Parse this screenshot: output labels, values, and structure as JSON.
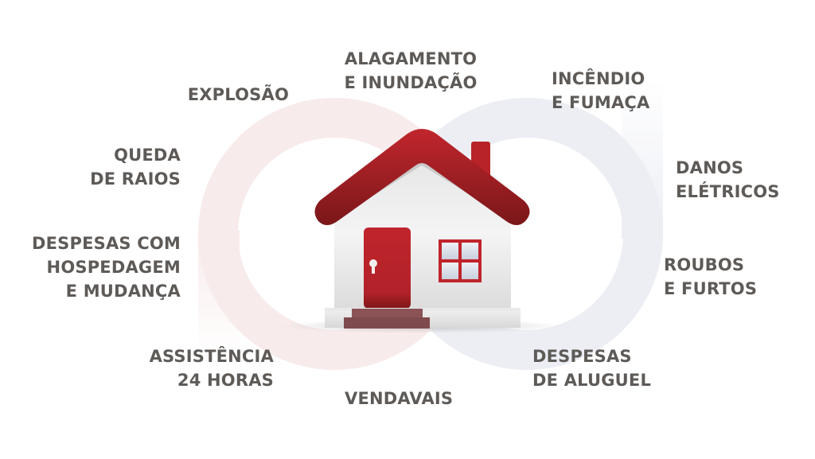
{
  "colors": {
    "text": "#5e5a57",
    "roof": "#b3242b",
    "roof_dark": "#7d1a1c",
    "door": "#b8232a",
    "wall": "#eeeeee",
    "steps": "#8a4f52",
    "ring_left": "#f8ecec",
    "ring_right": "#eceef4"
  },
  "center_icon": "house-icon",
  "coverages": [
    {
      "id": "explosao",
      "lines": [
        "EXPLOSÃO"
      ]
    },
    {
      "id": "alagamento",
      "lines": [
        "ALAGAMENTO",
        "E INUNDAÇÃO"
      ]
    },
    {
      "id": "incendio",
      "lines": [
        "INCÊNDIO",
        "E FUMAÇA"
      ]
    },
    {
      "id": "queda-raios",
      "lines": [
        "QUEDA",
        "DE RAIOS"
      ]
    },
    {
      "id": "danos-eletricos",
      "lines": [
        "DANOS",
        "ELÉTRICOS"
      ]
    },
    {
      "id": "despesas-hospedagem",
      "lines": [
        "DESPESAS COM",
        "HOSPEDAGEM",
        "E MUDANÇA"
      ]
    },
    {
      "id": "roubos",
      "lines": [
        "ROUBOS",
        "E FURTOS"
      ]
    },
    {
      "id": "assistencia",
      "lines": [
        "ASSISTÊNCIA",
        "24 HORAS"
      ]
    },
    {
      "id": "despesas-aluguel",
      "lines": [
        "DESPESAS",
        "DE ALUGUEL"
      ]
    },
    {
      "id": "vendavais",
      "lines": [
        "VENDAVAIS"
      ]
    }
  ]
}
